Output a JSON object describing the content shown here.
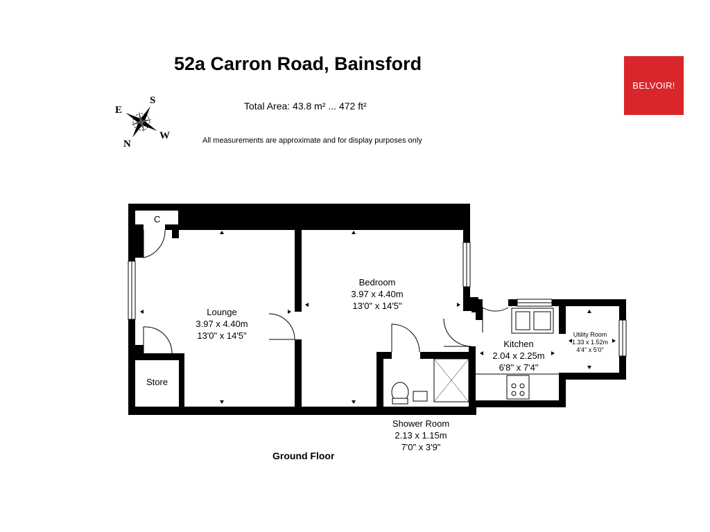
{
  "header": {
    "title": "52a Carron Road, Bainsford",
    "total_area": "Total Area: 43.8 m² ... 472 ft²",
    "disclaimer": "All measurements are approximate and for display purposes only"
  },
  "logo": {
    "text": "BELVOIR!",
    "color": "#d9262c"
  },
  "compass": {
    "labels": [
      "E",
      "S",
      "N",
      "W"
    ],
    "icon": "compass-rose-icon"
  },
  "rooms": {
    "lounge": {
      "name": "Lounge",
      "metric": "3.97 x 4.40m",
      "imperial": "13'0\" x 14'5\""
    },
    "bedroom": {
      "name": "Bedroom",
      "metric": "3.97 x 4.40m",
      "imperial": "13'0\" x 14'5\""
    },
    "kitchen": {
      "name": "Kitchen",
      "metric": "2.04 x 2.25m",
      "imperial": "6'8\" x 7'4\""
    },
    "utility": {
      "name": "Utility Room",
      "metric": "1.33 x 1.52m",
      "imperial": "4'4\" x 5'0\""
    },
    "shower": {
      "name": "Shower Room",
      "metric": "2.13 x 1.15m",
      "imperial": "7'0\" x 3'9\""
    },
    "store": {
      "name": "Store"
    },
    "cupboard": {
      "name": "C"
    }
  },
  "floor_label": "Ground Floor"
}
